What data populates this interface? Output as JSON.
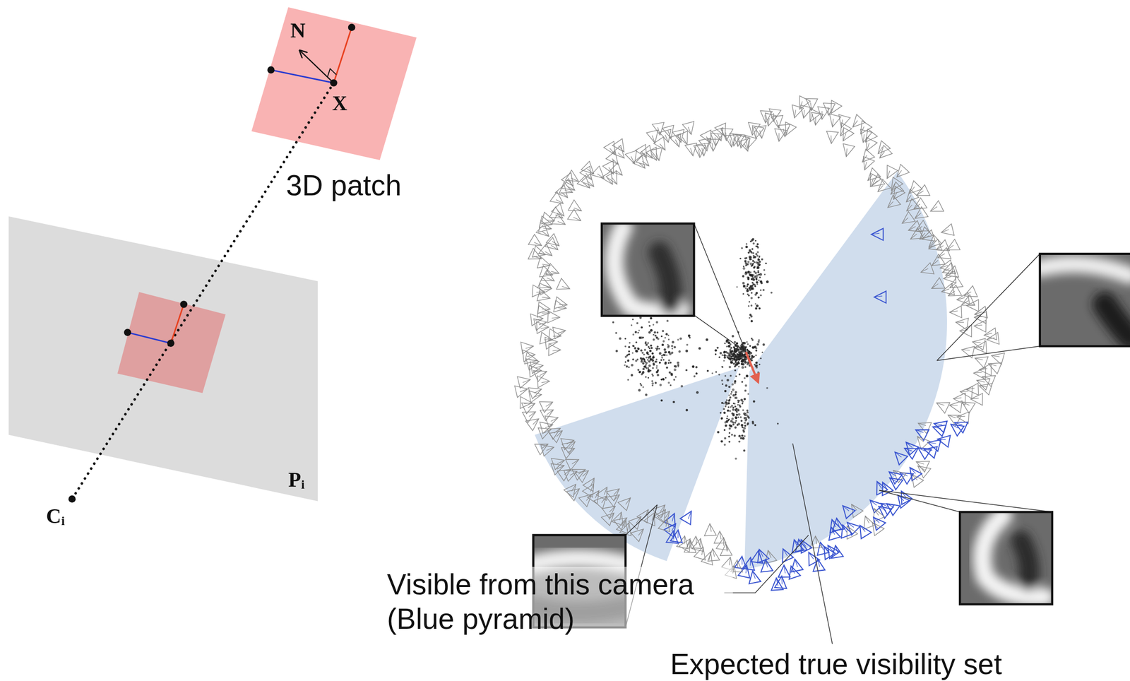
{
  "diagram": {
    "labels": [
      "N",
      "X",
      "3D patch",
      "Pᵢ",
      "Cᵢ",
      "Visible from this camera (Blue pyramid)",
      "Expected true visibility set"
    ]
  }
}
